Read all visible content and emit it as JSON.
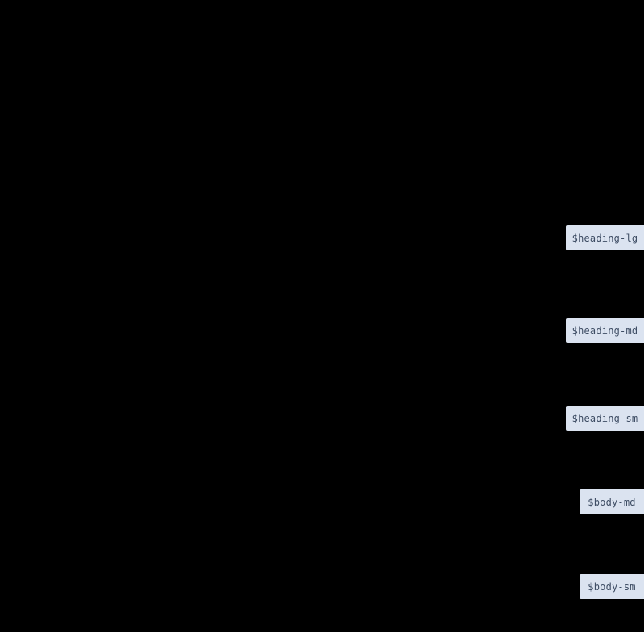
{
  "canvas": {
    "background_color": "#000000"
  },
  "token_badges": {
    "badge_bg_color": "#dbe3f0",
    "badge_text_color": "#3d4c63",
    "items": [
      {
        "label": "$heading-lg"
      },
      {
        "label": "$heading-md"
      },
      {
        "label": "$heading-sm"
      },
      {
        "label": "$body-md"
      },
      {
        "label": "$body-sm"
      }
    ]
  }
}
